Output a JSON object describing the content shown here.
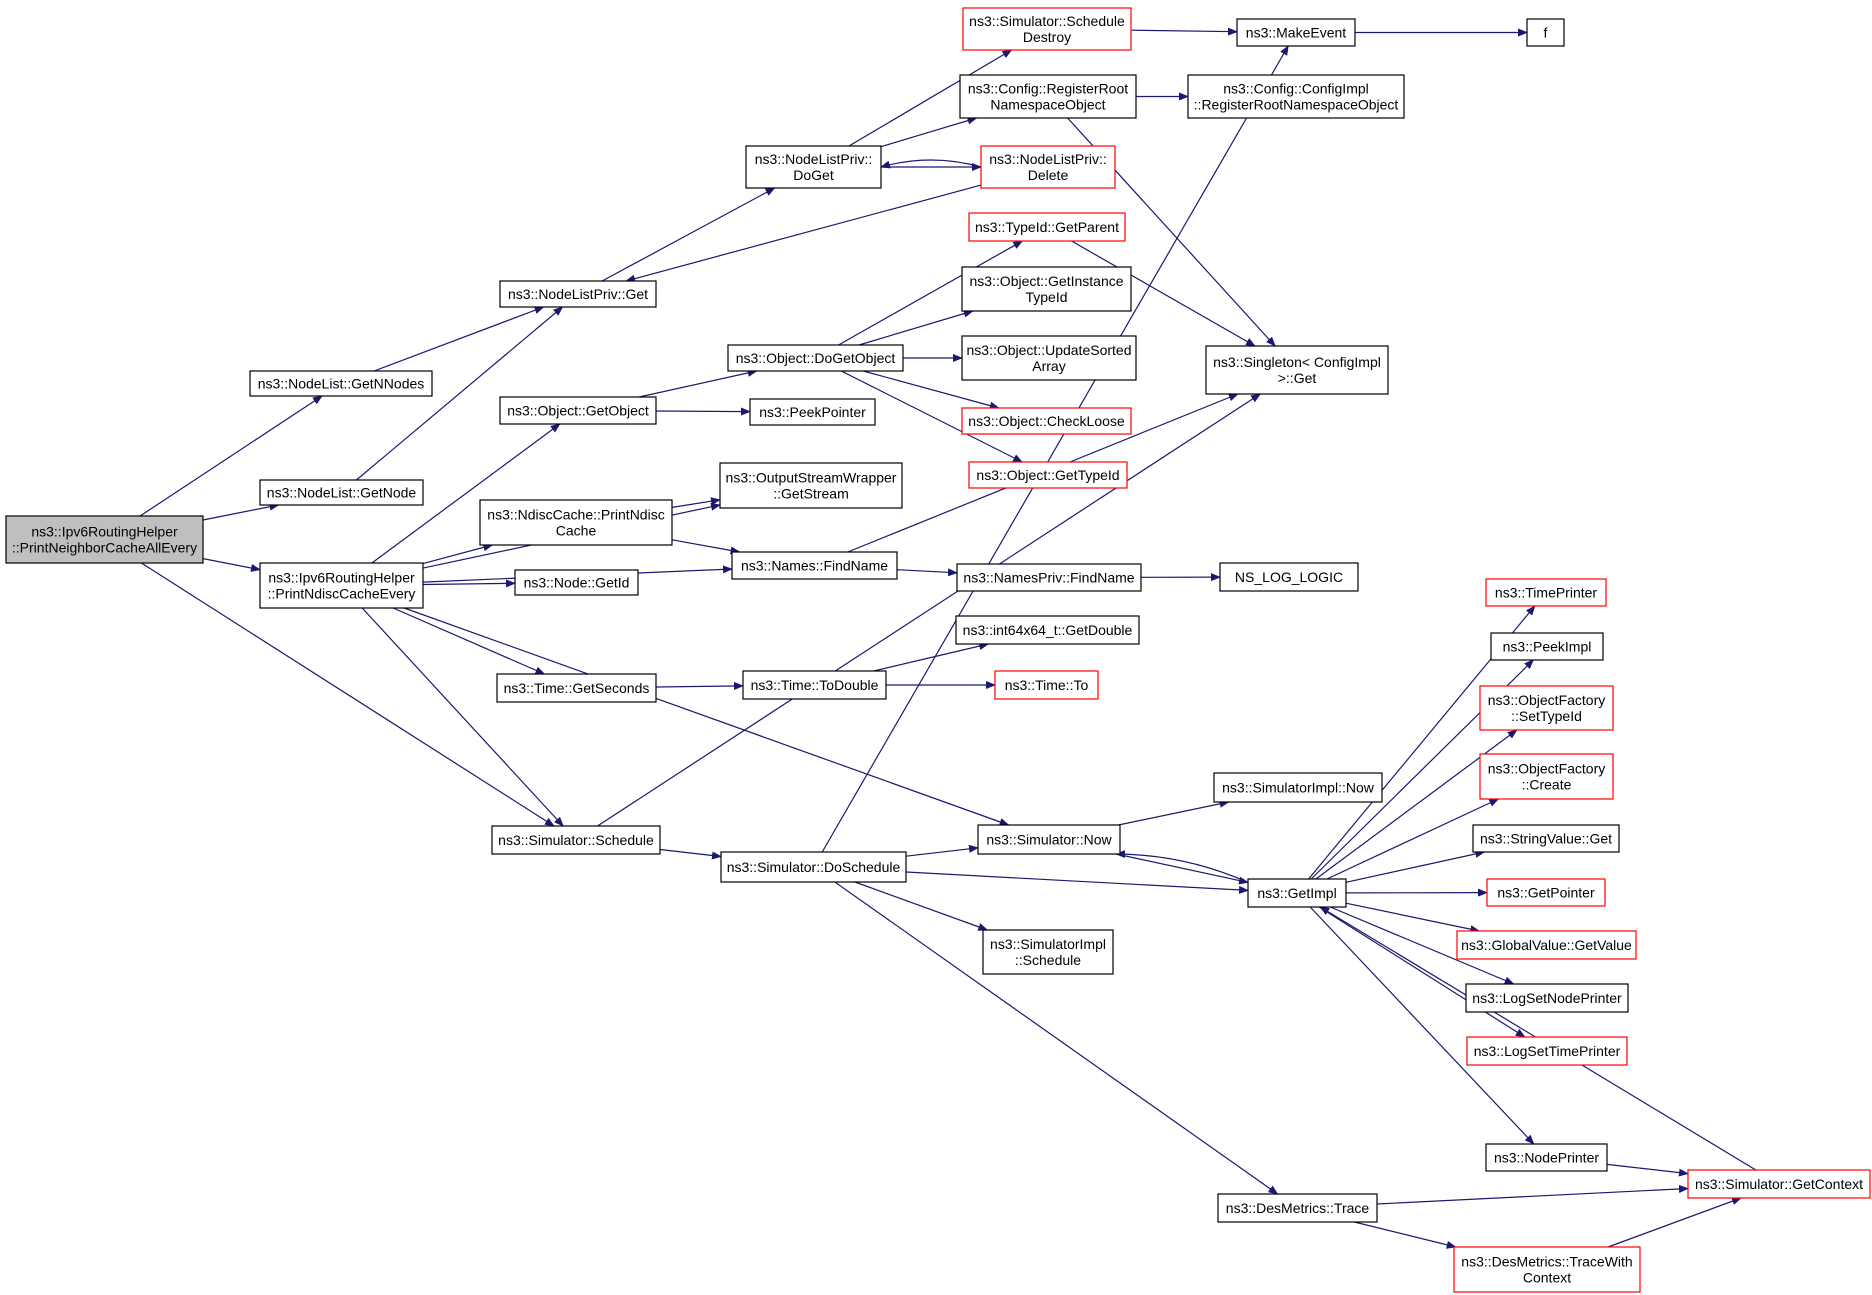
{
  "colors": {
    "edge": "#191970",
    "node_border": "#000000",
    "external_border": "#ff0000",
    "root_fill": "#bfbfbf",
    "node_fill": "#ffffff"
  },
  "nodes": [
    {
      "id": "root",
      "lines": [
        "ns3::Ipv6RoutingHelper",
        "::PrintNeighborCacheAllEvery"
      ],
      "style": "root"
    },
    {
      "id": "getnnodes",
      "lines": [
        "ns3::NodeList::GetNNodes"
      ],
      "style": "normal"
    },
    {
      "id": "getnode",
      "lines": [
        "ns3::NodeList::GetNode"
      ],
      "style": "normal"
    },
    {
      "id": "printndisc",
      "lines": [
        "ns3::Ipv6RoutingHelper",
        "::PrintNdiscCacheEvery"
      ],
      "style": "normal"
    },
    {
      "id": "schedule",
      "lines": [
        "ns3::Simulator::Schedule"
      ],
      "style": "normal"
    },
    {
      "id": "nlpget",
      "lines": [
        "ns3::NodeListPriv::Get"
      ],
      "style": "normal"
    },
    {
      "id": "nlpdoget",
      "lines": [
        "ns3::NodeListPriv::",
        "DoGet"
      ],
      "style": "normal"
    },
    {
      "id": "objgetobject",
      "lines": [
        "ns3::Object::GetObject"
      ],
      "style": "normal"
    },
    {
      "id": "ndiscprint",
      "lines": [
        "ns3::NdiscCache::PrintNdisc",
        "Cache"
      ],
      "style": "normal"
    },
    {
      "id": "nodegetid",
      "lines": [
        "ns3::Node::GetId"
      ],
      "style": "normal"
    },
    {
      "id": "timegetsec",
      "lines": [
        "ns3::Time::GetSeconds"
      ],
      "style": "normal"
    },
    {
      "id": "doschedule",
      "lines": [
        "ns3::Simulator::DoSchedule"
      ],
      "style": "normal"
    },
    {
      "id": "schedDestroy",
      "lines": [
        "ns3::Simulator::Schedule",
        "Destroy"
      ],
      "style": "external"
    },
    {
      "id": "cfgRegRoot",
      "lines": [
        "ns3::Config::RegisterRoot",
        "NamespaceObject"
      ],
      "style": "normal"
    },
    {
      "id": "nlpdelete",
      "lines": [
        "ns3::NodeListPriv::",
        "Delete"
      ],
      "style": "external"
    },
    {
      "id": "typeidparent",
      "lines": [
        "ns3::TypeId::GetParent"
      ],
      "style": "external"
    },
    {
      "id": "objdogetobj",
      "lines": [
        "ns3::Object::DoGetObject"
      ],
      "style": "normal"
    },
    {
      "id": "peekpointer",
      "lines": [
        "ns3::PeekPointer"
      ],
      "style": "normal"
    },
    {
      "id": "osw",
      "lines": [
        "ns3::OutputStreamWrapper",
        "::GetStream"
      ],
      "style": "normal"
    },
    {
      "id": "namesfind",
      "lines": [
        "ns3::Names::FindName"
      ],
      "style": "normal"
    },
    {
      "id": "timetodouble",
      "lines": [
        "ns3::Time::ToDouble"
      ],
      "style": "normal"
    },
    {
      "id": "simnow",
      "lines": [
        "ns3::Simulator::Now"
      ],
      "style": "normal"
    },
    {
      "id": "objGetInst",
      "lines": [
        "ns3::Object::GetInstance",
        "TypeId"
      ],
      "style": "normal"
    },
    {
      "id": "objUpdSorted",
      "lines": [
        "ns3::Object::UpdateSorted",
        "Array"
      ],
      "style": "normal"
    },
    {
      "id": "objCheckLoose",
      "lines": [
        "ns3::Object::CheckLoose"
      ],
      "style": "external"
    },
    {
      "id": "objGetTypeId",
      "lines": [
        "ns3::Object::GetTypeId"
      ],
      "style": "external"
    },
    {
      "id": "namesPrivFind",
      "lines": [
        "ns3::NamesPriv::FindName"
      ],
      "style": "normal"
    },
    {
      "id": "int64GetDouble",
      "lines": [
        "ns3::int64x64_t::GetDouble"
      ],
      "style": "normal"
    },
    {
      "id": "timeTo",
      "lines": [
        "ns3::Time::To"
      ],
      "style": "external"
    },
    {
      "id": "simImplSched",
      "lines": [
        "ns3::SimulatorImpl",
        "::Schedule"
      ],
      "style": "normal"
    },
    {
      "id": "makeevent",
      "lines": [
        "ns3::MakeEvent"
      ],
      "style": "normal"
    },
    {
      "id": "cfgImplReg",
      "lines": [
        "ns3::Config::ConfigImpl",
        "::RegisterRootNamespaceObject"
      ],
      "style": "normal"
    },
    {
      "id": "singleton",
      "lines": [
        "ns3::Singleton< ConfigImpl",
        ">::Get"
      ],
      "style": "normal"
    },
    {
      "id": "nslog",
      "lines": [
        "NS_LOG_LOGIC"
      ],
      "style": "normal"
    },
    {
      "id": "simImplNow",
      "lines": [
        "ns3::SimulatorImpl::Now"
      ],
      "style": "normal"
    },
    {
      "id": "getimpl",
      "lines": [
        "ns3::GetImpl"
      ],
      "style": "normal"
    },
    {
      "id": "desTrace",
      "lines": [
        "ns3::DesMetrics::Trace"
      ],
      "style": "normal"
    },
    {
      "id": "f",
      "lines": [
        "f"
      ],
      "style": "normal"
    },
    {
      "id": "timePrinter",
      "lines": [
        "ns3::TimePrinter"
      ],
      "style": "external"
    },
    {
      "id": "peekImpl",
      "lines": [
        "ns3::PeekImpl"
      ],
      "style": "normal"
    },
    {
      "id": "ofSetType",
      "lines": [
        "ns3::ObjectFactory",
        "::SetTypeId"
      ],
      "style": "external"
    },
    {
      "id": "ofCreate",
      "lines": [
        "ns3::ObjectFactory",
        "::Create"
      ],
      "style": "external"
    },
    {
      "id": "strValGet",
      "lines": [
        "ns3::StringValue::Get"
      ],
      "style": "normal"
    },
    {
      "id": "getPointer",
      "lines": [
        "ns3::GetPointer"
      ],
      "style": "external"
    },
    {
      "id": "gvGetValue",
      "lines": [
        "ns3::GlobalValue::GetValue"
      ],
      "style": "external"
    },
    {
      "id": "logSetNode",
      "lines": [
        "ns3::LogSetNodePrinter"
      ],
      "style": "normal"
    },
    {
      "id": "logSetTime",
      "lines": [
        "ns3::LogSetTimePrinter"
      ],
      "style": "external"
    },
    {
      "id": "nodePrinter",
      "lines": [
        "ns3::NodePrinter"
      ],
      "style": "normal"
    },
    {
      "id": "simGetCtx",
      "lines": [
        "ns3::Simulator::GetContext"
      ],
      "style": "external"
    },
    {
      "id": "desTraceCtx",
      "lines": [
        "ns3::DesMetrics::TraceWith",
        "Context"
      ],
      "style": "external"
    }
  ],
  "edges": [
    [
      "root",
      "getnnodes"
    ],
    [
      "root",
      "getnode"
    ],
    [
      "root",
      "printndisc"
    ],
    [
      "root",
      "schedule"
    ],
    [
      "getnnodes",
      "nlpget"
    ],
    [
      "getnode",
      "nlpget"
    ],
    [
      "nlpget",
      "nlpdoget"
    ],
    [
      "nlpdoget",
      "schedDestroy"
    ],
    [
      "nlpdoget",
      "cfgRegRoot"
    ],
    [
      "nlpdoget",
      "nlpdelete"
    ],
    [
      "nlpdelete",
      "nlpdoget"
    ],
    [
      "nlpdelete",
      "nlpget"
    ],
    [
      "schedDestroy",
      "makeevent"
    ],
    [
      "cfgRegRoot",
      "cfgImplReg"
    ],
    [
      "cfgRegRoot",
      "singleton"
    ],
    [
      "makeevent",
      "f"
    ],
    [
      "printndisc",
      "objgetobject"
    ],
    [
      "printndisc",
      "osw"
    ],
    [
      "printndisc",
      "ndiscprint"
    ],
    [
      "printndisc",
      "nodegetid"
    ],
    [
      "printndisc",
      "namesfind"
    ],
    [
      "printndisc",
      "timegetsec"
    ],
    [
      "printndisc",
      "schedule"
    ],
    [
      "printndisc",
      "simnow"
    ],
    [
      "objgetobject",
      "objdogetobj"
    ],
    [
      "objgetobject",
      "peekpointer"
    ],
    [
      "objdogetobj",
      "typeidparent"
    ],
    [
      "objdogetobj",
      "objGetInst"
    ],
    [
      "objdogetobj",
      "objUpdSorted"
    ],
    [
      "objdogetobj",
      "objCheckLoose"
    ],
    [
      "objdogetobj",
      "objGetTypeId"
    ],
    [
      "typeidparent",
      "singleton"
    ],
    [
      "ndiscprint",
      "osw"
    ],
    [
      "ndiscprint",
      "namesfind"
    ],
    [
      "namesfind",
      "singleton"
    ],
    [
      "namesfind",
      "namesPrivFind"
    ],
    [
      "namesPrivFind",
      "nslog"
    ],
    [
      "timegetsec",
      "timetodouble"
    ],
    [
      "timetodouble",
      "int64GetDouble"
    ],
    [
      "timetodouble",
      "timeTo"
    ],
    [
      "schedule",
      "singleton"
    ],
    [
      "schedule",
      "doschedule"
    ],
    [
      "doschedule",
      "makeevent"
    ],
    [
      "doschedule",
      "simnow"
    ],
    [
      "doschedule",
      "getimpl"
    ],
    [
      "doschedule",
      "simImplSched"
    ],
    [
      "doschedule",
      "desTrace"
    ],
    [
      "simnow",
      "simImplNow"
    ],
    [
      "simnow",
      "getimpl"
    ],
    [
      "getimpl",
      "timePrinter"
    ],
    [
      "getimpl",
      "peekImpl"
    ],
    [
      "getimpl",
      "ofSetType"
    ],
    [
      "getimpl",
      "ofCreate"
    ],
    [
      "getimpl",
      "strValGet"
    ],
    [
      "getimpl",
      "getPointer"
    ],
    [
      "getimpl",
      "gvGetValue"
    ],
    [
      "getimpl",
      "logSetNode"
    ],
    [
      "getimpl",
      "logSetTime"
    ],
    [
      "getimpl",
      "nodePrinter"
    ],
    [
      "getimpl",
      "simnow"
    ],
    [
      "simGetCtx",
      "getimpl"
    ],
    [
      "nodePrinter",
      "simGetCtx"
    ],
    [
      "desTrace",
      "simGetCtx"
    ],
    [
      "desTrace",
      "desTraceCtx"
    ],
    [
      "desTraceCtx",
      "simGetCtx"
    ]
  ]
}
